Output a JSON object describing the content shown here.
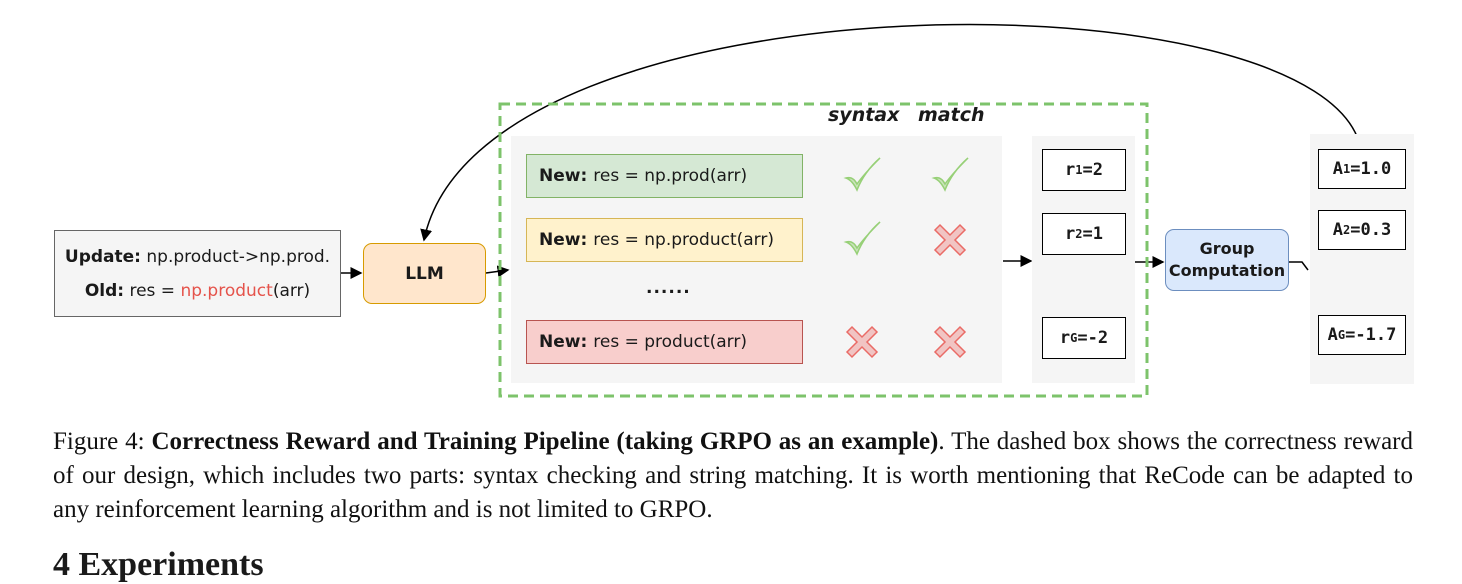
{
  "input": {
    "update_label": "Update:",
    "update_text": "np.product->np.prod.",
    "old_label": "Old:",
    "old_prefix": "res = ",
    "old_highlight": "np.product",
    "old_suffix": "(arr)"
  },
  "llm": {
    "label": "LLM"
  },
  "headers": {
    "syntax": "syntax",
    "match": "match"
  },
  "candidates": [
    {
      "label": "New:",
      "code": "res = np.prod(arr)",
      "syntax": "check",
      "match": "check"
    },
    {
      "label": "New:",
      "code": "res = np.product(arr)",
      "syntax": "check",
      "match": "cross"
    },
    {
      "label": "New:",
      "code": "res = product(arr)",
      "syntax": "cross",
      "match": "cross"
    }
  ],
  "ellipsis": "......",
  "rewards": [
    {
      "sym": "r",
      "sub": "1",
      "val": "=2"
    },
    {
      "sym": "r",
      "sub": "2",
      "val": "=1"
    },
    {
      "sym": "r",
      "sub": "G",
      "val": "=-2"
    }
  ],
  "group": {
    "line1": "Group",
    "line2": "Computation"
  },
  "advantages": [
    {
      "sym": "A",
      "sub": "1",
      "val": "=1.0"
    },
    {
      "sym": "A",
      "sub": "2",
      "val": "=0.3"
    },
    {
      "sym": "A",
      "sub": "G",
      "val": "=-1.7"
    }
  ],
  "colors": {
    "check": "#97d077",
    "cross": "#ea6b66",
    "dashed_border": "#7dc36b"
  },
  "caption": {
    "prefix": "Figure 4: ",
    "bold": "Correctness Reward and Training Pipeline (taking GRPO as an example)",
    "rest": ". The dashed box shows the correctness reward of our design, which includes two parts: syntax checking and string matching. It is worth mentioning that ReCode can be adapted to any reinforcement learning algorithm and is not limited to GRPO."
  },
  "section_heading": "4   Experiments"
}
